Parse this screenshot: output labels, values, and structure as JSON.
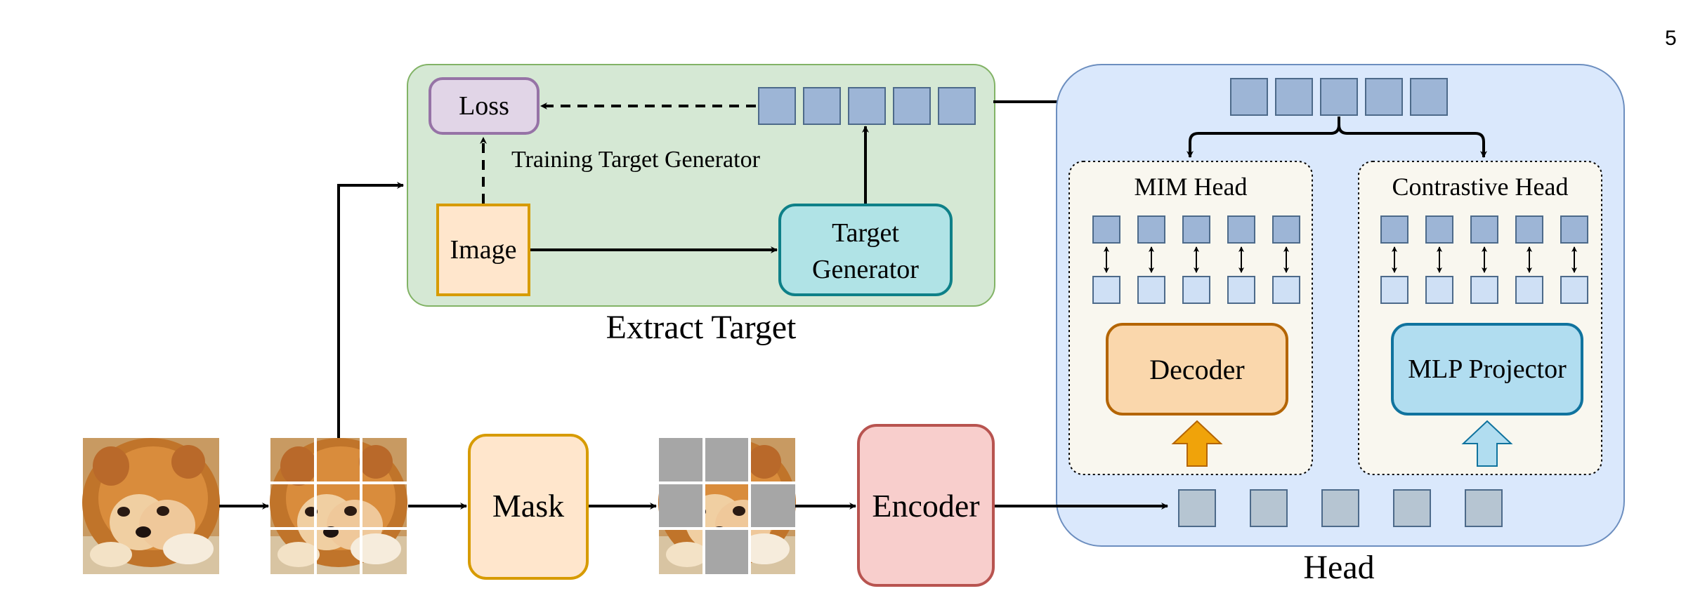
{
  "page_number": "5",
  "extract_target": {
    "title": "Extract Target",
    "loss_label": "Loss",
    "ttg_label": "Training Target Generator",
    "image_label": "Image",
    "target_generator_line1": "Target",
    "target_generator_line2": "Generator"
  },
  "pipeline": {
    "mask_label": "Mask",
    "encoder_label": "Encoder"
  },
  "head": {
    "title": "Head",
    "mim_head_label": "MIM Head",
    "contrastive_head_label": "Contrastive Head",
    "decoder_label": "Decoder",
    "projector_label": "MLP Projector"
  },
  "colors": {
    "extract_bg": "#d5e8d4",
    "extract_border": "#82b366",
    "head_bg": "#dae8fc",
    "head_border": "#6c8ebf",
    "loss_fill": "#e1d5e7",
    "loss_border": "#9673a6",
    "image_fill": "#ffe6cc",
    "image_border": "#d79b00",
    "target_gen_fill": "#b0e3e6",
    "target_gen_border": "#0e8088",
    "encoder_fill": "#f8cecc",
    "encoder_border": "#b85450",
    "decoder_fill": "#fad7ac",
    "decoder_border": "#b46504",
    "projector_fill": "#b1ddf0",
    "projector_border": "#10739e",
    "token_dark": "#9db5d6",
    "token_light": "#cfe0f5",
    "token_gray": "#b6c5d2",
    "mask_gray": "#a6a6a6",
    "arrow_orange": "#f0a30a",
    "arrow_blue": "#b1ddf0"
  },
  "icons": {
    "dog_photo": "pomeranian-puppy-photo",
    "patch_grid": "photo-split-into-3x3-patches",
    "masked_photo": "photo-with-masked-gray-patches"
  }
}
